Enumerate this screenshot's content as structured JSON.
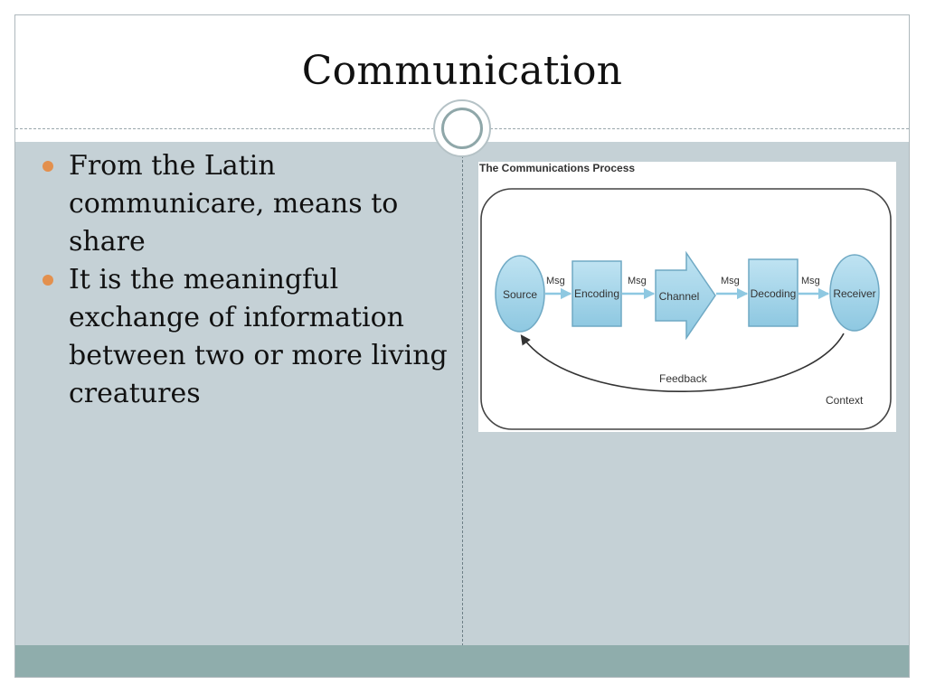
{
  "slide": {
    "title": "Communication",
    "bullets": [
      "From the Latin communicare, means to share",
      "It is the meaningful exchange of information between two or more living creatures"
    ]
  },
  "diagram": {
    "heading": "The Communications Process",
    "nodes": [
      "Source",
      "Encoding",
      "Channel",
      "Decoding",
      "Receiver"
    ],
    "arrow_labels": [
      "Msg",
      "Msg",
      "Msg",
      "Msg"
    ],
    "feedback_label": "Feedback",
    "context_label": "Context"
  },
  "colors": {
    "body_background": "#c5d1d6",
    "footer_bar": "#8fadac",
    "bullet_dot": "#e3904e",
    "node_fill": "#a9d7ea",
    "node_stroke": "#6fa9c4"
  }
}
